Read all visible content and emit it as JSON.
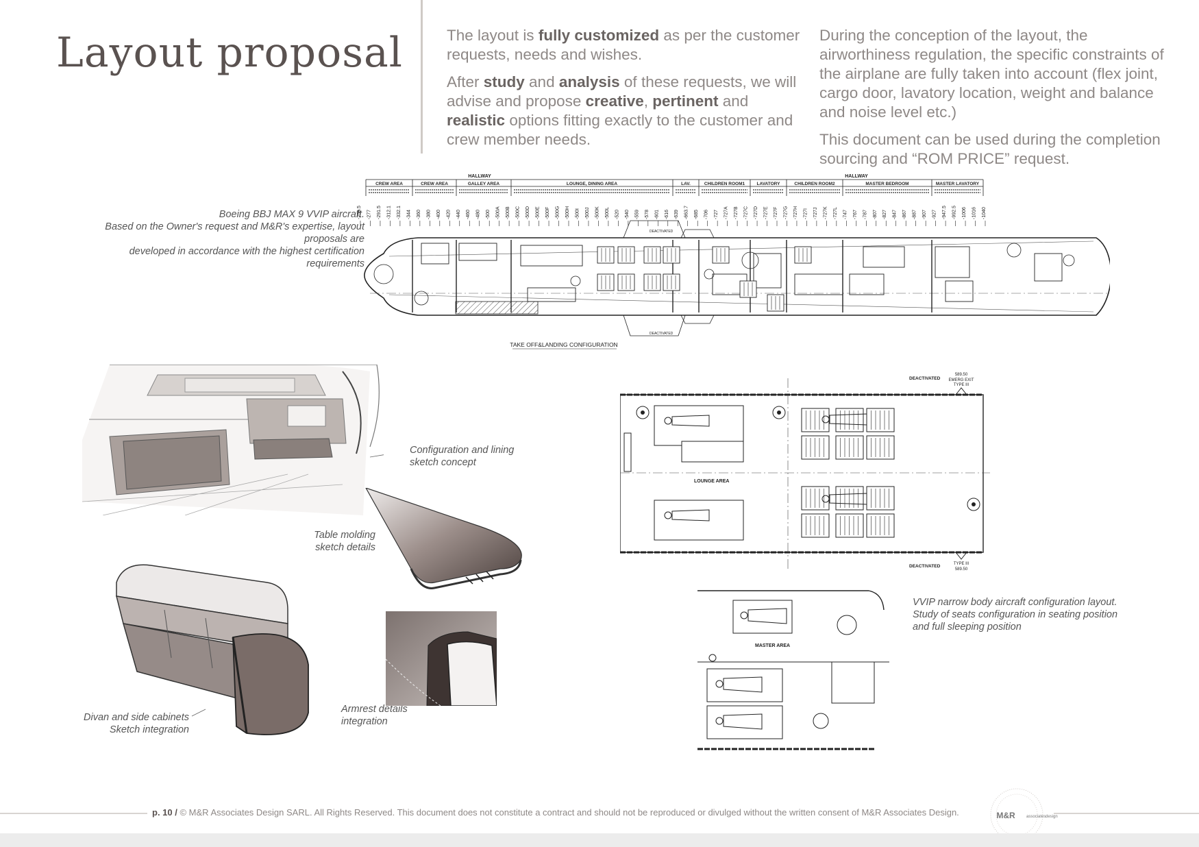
{
  "page": {
    "title": "Layout proposal"
  },
  "intro": {
    "col1": {
      "p1": [
        {
          "t": "The layout is ",
          "b": false
        },
        {
          "t": "fully customized",
          "b": true
        },
        {
          "t": " as per the customer requests, needs and wishes.",
          "b": false
        }
      ],
      "p2": [
        {
          "t": "After ",
          "b": false
        },
        {
          "t": "study",
          "b": true
        },
        {
          "t": " and ",
          "b": false
        },
        {
          "t": "analysis",
          "b": true
        },
        {
          "t": " of these requests, we will advise and propose ",
          "b": false
        },
        {
          "t": "creative",
          "b": true
        },
        {
          "t": ", ",
          "b": false
        },
        {
          "t": "pertinent",
          "b": true
        },
        {
          "t": " and ",
          "b": false
        },
        {
          "t": "realistic",
          "b": true
        },
        {
          "t": " options fitting exactly to the customer and crew member needs.",
          "b": false
        }
      ]
    },
    "col2": {
      "p1": "During the conception of the layout, the airworthiness regulation, the specific constraints of the airplane are fully taken into account (flex joint, cargo door, lavatory location, weight and balance and noise level etc.)",
      "p2": "This document can be used during the completion sourcing and “ROM PRICE” request."
    }
  },
  "captions": {
    "bbj": [
      "Boeing BBJ MAX 9 VVIP aircraft.",
      "Based on the Owner's request and M&R's expertise, layout proposals are",
      "developed in accordance with the highest certification requirements"
    ],
    "config": [
      "Configuration and lining",
      "sketch concept"
    ],
    "table": [
      "Table molding",
      "sketch details"
    ],
    "divan": [
      "Divan and side cabinets",
      "Sketch integration"
    ],
    "armrest": [
      "Armrest details",
      "integration"
    ],
    "vvip": [
      "VVIP narrow body aircraft configuration layout.",
      "Study of seats configuration in seating position",
      "and full sleeping position"
    ]
  },
  "floorplan": {
    "zones": [
      "CREW AREA",
      "CREW AREA",
      "GALLEY AREA",
      "LOUNGE, DINING AREA",
      "LAV.",
      "CHILDREN ROOM1",
      "LAVATORY",
      "CHILDREN ROOM2",
      "MASTER BEDROOM",
      "MASTER LAVATORY"
    ],
    "hallway_left": "HALLWAY",
    "hallway_right": "HALLWAY",
    "stations": [
      "-259.5",
      "-277",
      "-291.5",
      "-312.1",
      "-332.1",
      "-344",
      "-360",
      "-380",
      "-400",
      "-420",
      "-440",
      "-460",
      "-480",
      "-500",
      "-500A",
      "-500B",
      "-500C",
      "-500D",
      "-500E",
      "-500F",
      "-500G",
      "-500H",
      "-500I",
      "-500J",
      "-500K",
      "-500L",
      "-520",
      "-540",
      "-559",
      "-578",
      "-601",
      "-616",
      "-639",
      "-663.7",
      "-685",
      "-706",
      "-727",
      "-727A",
      "-727B",
      "-727C",
      "-727D",
      "-727E",
      "-727F",
      "-727G",
      "-727H",
      "-727I",
      "-727J",
      "-727K",
      "-727L",
      "-747",
      "-767",
      "-787",
      "-807",
      "-827",
      "-847",
      "-867",
      "-887",
      "-907",
      "-927",
      "-947.5",
      "-992.5",
      "-1006",
      "-1016",
      "-1040"
    ],
    "bottom_label": "TAKE OFF&LANDING CONFIGURATION",
    "deactivated": "DEACTIVATED"
  },
  "lounge_detail": {
    "area_label": "LOUNGE AREA",
    "deactivated_top": "DEACTIVATED",
    "deactivated_bottom": "DEACTIVATED",
    "emerg_top": [
      "589.50",
      "EMERG EXIT",
      "TYPE III"
    ],
    "emerg_bottom": [
      "TYPE III",
      "589.50"
    ]
  },
  "master_detail": {
    "area_label": "MASTER AREA"
  },
  "footer": {
    "page": "p. 10",
    "sep": " / ",
    "text": "© M&R Associates Design SARL. All Rights Reserved. This document does not constitute a contract and should not be reproduced or divulged without the written consent of M&R Associates Design."
  },
  "logo": {
    "mark": "M&R",
    "word1": "associates",
    "word2": "design"
  }
}
